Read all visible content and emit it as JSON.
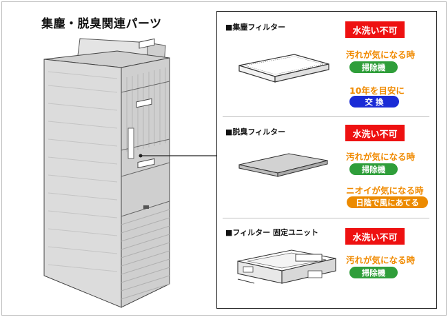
{
  "title": "集塵・脱臭関連パーツ",
  "sections": [
    {
      "title": "■集塵フィルター",
      "warning": "水洗い不可",
      "notes": [
        {
          "condition": "汚れが気になる時",
          "action": "掃除機",
          "action_color": "#2f9e3a"
        },
        {
          "condition": "10年を目安に",
          "action": "交 換",
          "action_color": "#1a2bd6"
        }
      ]
    },
    {
      "title": "■脱臭フィルター",
      "warning": "水洗い不可",
      "notes": [
        {
          "condition": "汚れが気になる時",
          "action": "掃除機",
          "action_color": "#2f9e3a"
        },
        {
          "condition": "ニオイが気になる時",
          "action": "日陰で風にあてる",
          "action_color": "#ec8a00"
        }
      ]
    },
    {
      "title": "■フィルター 固定ユニット",
      "warning": "水洗い不可",
      "notes": [
        {
          "condition": "汚れが気になる時",
          "action": "掃除機",
          "action_color": "#2f9e3a"
        }
      ]
    }
  ],
  "colors": {
    "warning_bg": "#ee1111",
    "condition_text": "#f08a00",
    "device_body": "#dcdcdc",
    "panel_border": "#222222"
  }
}
